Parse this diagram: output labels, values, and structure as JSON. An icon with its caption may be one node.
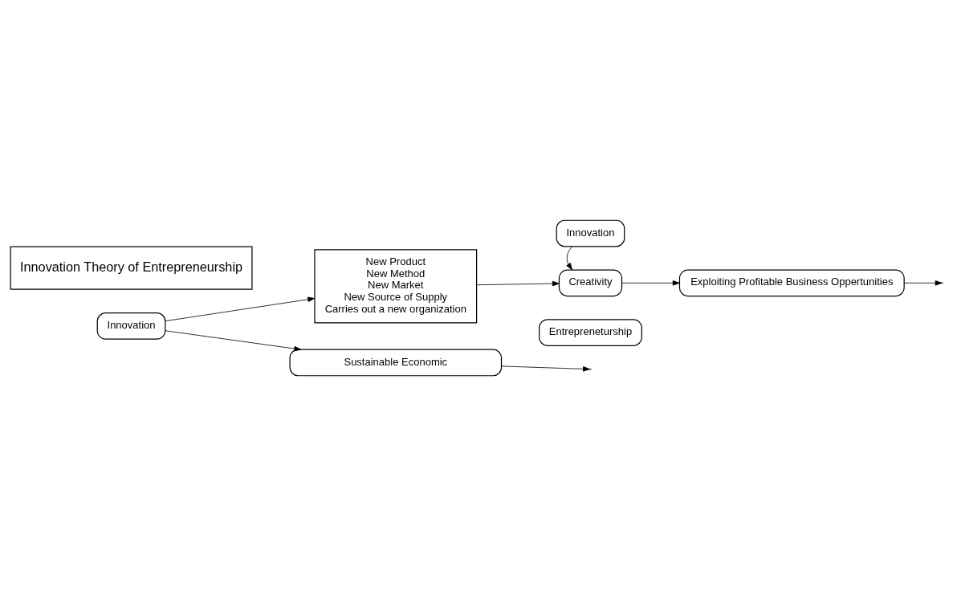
{
  "diagram": {
    "nodes": [
      {
        "text": [
          "Innovation Theory of Entrepreneurship"
        ]
      },
      {
        "text": [
          "Innovation"
        ]
      },
      {
        "text": [
          "New Product",
          "New Method",
          "New Market",
          "New Source of Supply",
          "Carries out a new organization"
        ]
      },
      {
        "text": [
          "Innovation"
        ]
      },
      {
        "text": [
          "Creativity"
        ]
      },
      {
        "text": [
          "Entrepreneturship"
        ]
      },
      {
        "text": [
          "Exploiting Profitable Business Oppertunities"
        ]
      },
      {
        "text": [
          "Sustainable Economic"
        ]
      }
    ],
    "edges": [
      {
        "from": 1,
        "to": 2,
        "arrow": "to"
      },
      {
        "from": 2,
        "to": 4,
        "arrow": "to"
      },
      {
        "from": 3,
        "to": 4,
        "arrow": "to"
      },
      {
        "from": 4,
        "to": 6,
        "arrow": "to"
      },
      {
        "from": 1,
        "to": 7,
        "arrow": "to"
      },
      {
        "from": 7,
        "to": null,
        "arrow": "to"
      },
      {
        "from": 6,
        "to": null,
        "arrow": "to"
      }
    ]
  }
}
